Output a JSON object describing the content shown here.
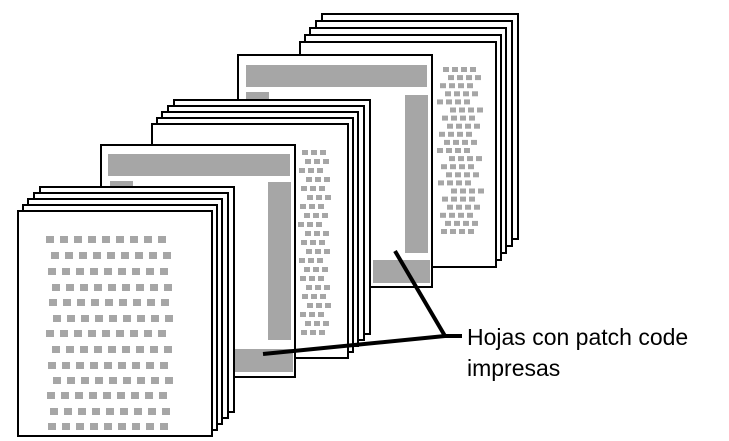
{
  "diagram": {
    "caption_lines": [
      "Hojas con patch code",
      "impresas"
    ],
    "colors": {
      "outline": "#000000",
      "paper": "#ffffff",
      "print_gray": "#a6a6a6"
    },
    "stacks": [
      {
        "id": "front-stack",
        "sheet_count": 5,
        "printed_content": "text-dots"
      },
      {
        "id": "patch-sheet-1",
        "sheet_count": 1,
        "printed_content": "patch-code"
      },
      {
        "id": "middle-stack",
        "sheet_count": 5,
        "printed_content": "text-dots"
      },
      {
        "id": "patch-sheet-2",
        "sheet_count": 1,
        "printed_content": "patch-code"
      },
      {
        "id": "back-stack",
        "sheet_count": 5,
        "printed_content": "text-dots"
      }
    ]
  }
}
